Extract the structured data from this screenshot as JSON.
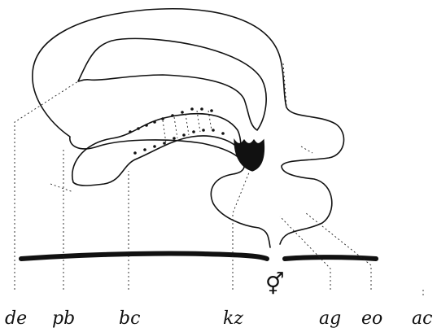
{
  "figure": {
    "labels": {
      "de": "de",
      "pb": "pb",
      "bc": "bc",
      "kz": "kz",
      "ag": "ag",
      "eo": "eo",
      "ac": "ac"
    },
    "symbol": "⚥"
  }
}
